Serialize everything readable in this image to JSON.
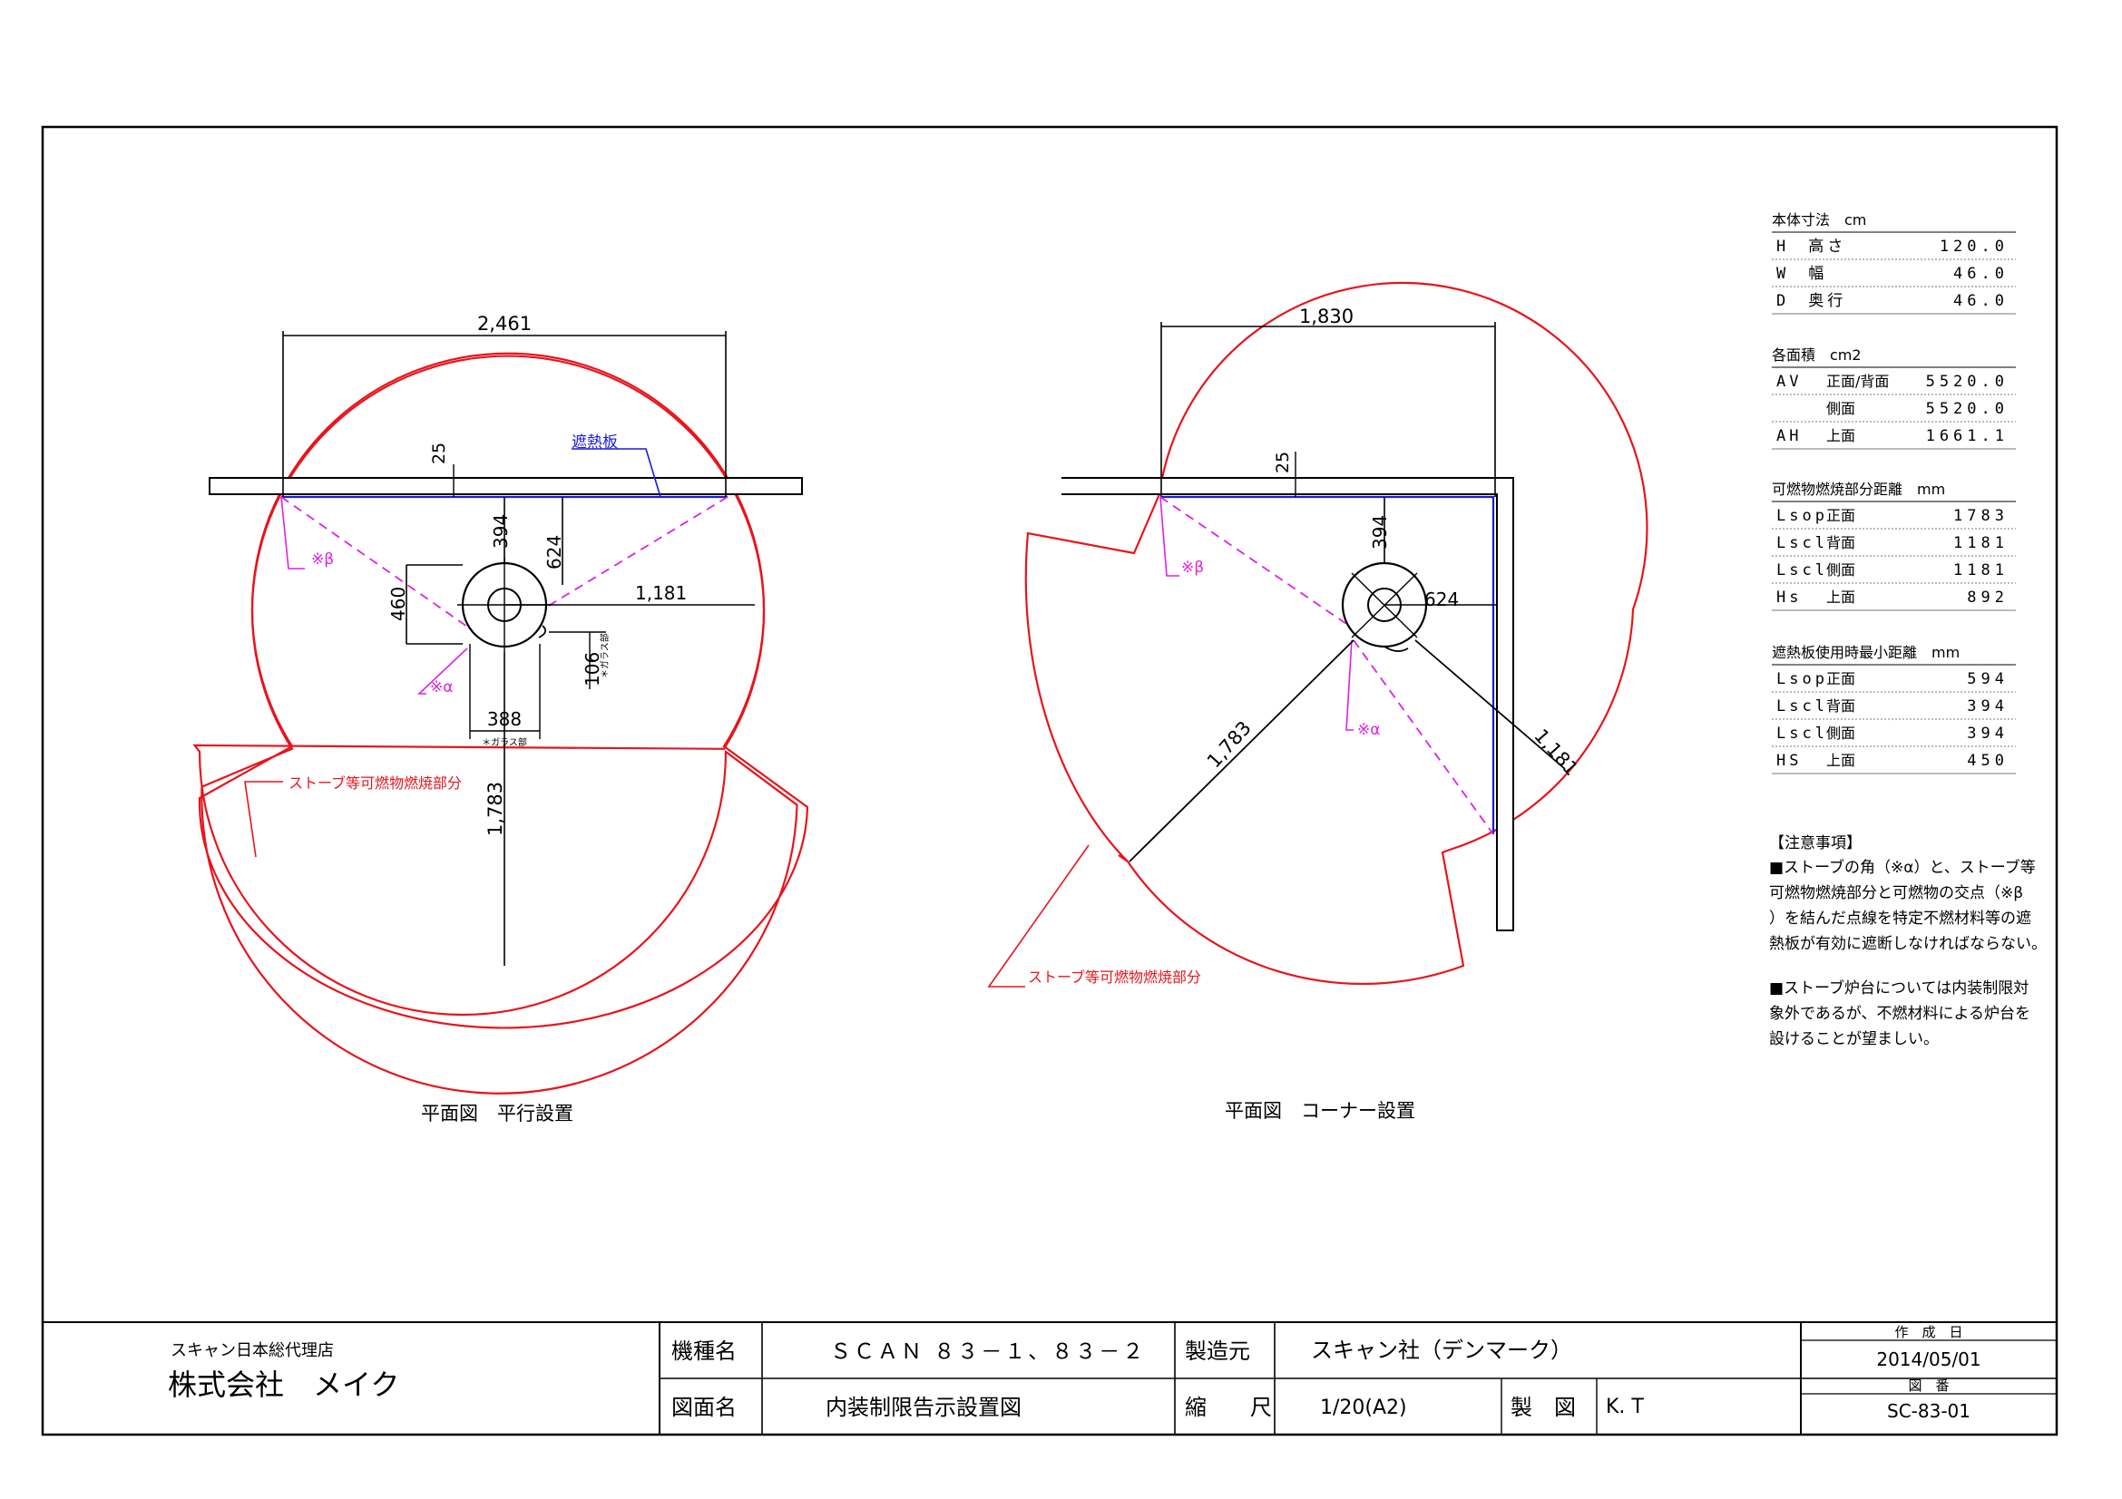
{
  "colors": {
    "line": "#000000",
    "zone": "#e8141c",
    "hidden": "#e020e0",
    "shield": "#1a1adc"
  },
  "left_view": {
    "caption": "平面図　平行設置",
    "dim_width": "2,461",
    "dim_gap": "25",
    "dim_rear": "394",
    "dim_side": "624",
    "dim_body": "460",
    "dim_right": "1,181",
    "dim_glass": "106",
    "glass_note": "＊ガラス部",
    "dim_front_w": "388",
    "glass_note2": "＊ガラス部",
    "dim_front": "1,783",
    "shield_label": "遮熱板",
    "beta": "※β",
    "alpha": "※α",
    "zone_label": "ストーブ等可燃物燃焼部分"
  },
  "right_view": {
    "caption": "平面図　コーナー設置",
    "dim_width": "1,830",
    "dim_gap": "25",
    "dim_rear": "394",
    "dim_side": "624",
    "dim_front": "1,783",
    "dim_right": "1,181",
    "beta": "※β",
    "alpha": "※α",
    "zone_label": "ストーブ等可燃物燃焼部分"
  },
  "spec_tables": [
    {
      "title": "本体寸法　cm",
      "rows": [
        [
          "H　高さ",
          "",
          "120.0"
        ],
        [
          "W　幅",
          "",
          "46.0"
        ],
        [
          "D　奥行",
          "",
          "46.0"
        ]
      ]
    },
    {
      "title": "各面積　cm2",
      "rows": [
        [
          "AV",
          "正面/背面",
          "5520.0"
        ],
        [
          "",
          "側面",
          "5520.0"
        ],
        [
          "AH",
          "上面",
          "1661.1"
        ]
      ]
    },
    {
      "title": "可燃物燃焼部分距離　mm",
      "rows": [
        [
          "Lsop",
          "正面",
          "1783"
        ],
        [
          "Lscl",
          "背面",
          "1181"
        ],
        [
          "Lscl",
          "側面",
          "1181"
        ],
        [
          "Hs",
          "上面",
          "892"
        ]
      ]
    },
    {
      "title": "遮熱板使用時最小距離　mm",
      "rows": [
        [
          "Lsop",
          "正面",
          "594"
        ],
        [
          "Lscl",
          "背面",
          "394"
        ],
        [
          "Lscl",
          "側面",
          "394"
        ],
        [
          "HS",
          "上面",
          "450"
        ]
      ]
    }
  ],
  "notes": {
    "heading": "【注意事項】",
    "p1": [
      "■ストーブの角（※α）と、ストーブ等",
      "可燃物燃焼部分と可燃物の交点（※β",
      "）を結んだ点線を特定不燃材料等の遮",
      "熱板が有効に遮断しなければならない。"
    ],
    "p2": [
      "■ストーブ炉台については内装制限対",
      "象外であるが、不燃材料による炉台を",
      "設けることが望ましい。"
    ]
  },
  "title_block": {
    "agency_small": "スキャン日本総代理店",
    "agency_large": "株式会社　メイク",
    "model_label": "機種名",
    "model_value": "ＳＣＡＮ ８３－１、８３－２",
    "maker_label": "製造元",
    "maker_value": "スキャン社（デンマーク）",
    "drawing_label": "図面名",
    "drawing_value": "内装制限告示設置図",
    "scale_label": "縮　　尺",
    "scale_value": "1/20(A2)",
    "drafter_label": "製　図",
    "drafter_value": "K. T",
    "date_label": "作　成　日",
    "date_value": "2014/05/01",
    "number_label": "図　番",
    "number_value": "SC-83-01"
  }
}
